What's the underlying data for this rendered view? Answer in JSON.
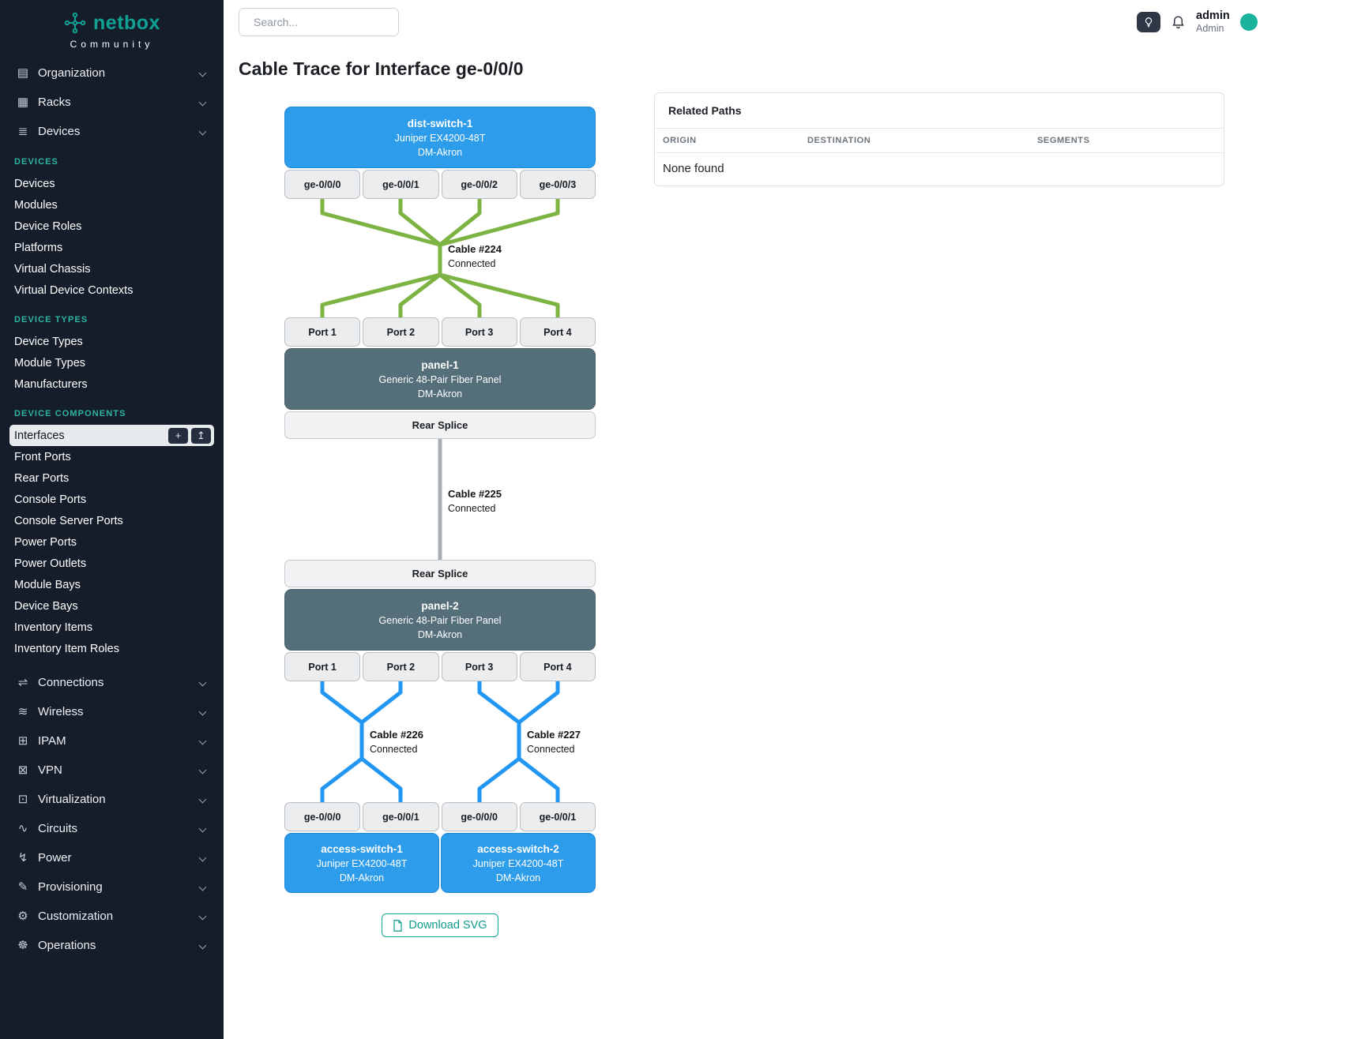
{
  "brand": {
    "name": "netbox",
    "tagline": "Community"
  },
  "topbar": {
    "search_placeholder": "Search...",
    "username": "admin",
    "role": "Admin"
  },
  "icons": {
    "organization": "▤",
    "racks": "▦",
    "devices": "≣",
    "connections": "⇌",
    "wireless": "≋",
    "ipam": "⊞",
    "vpn": "⊠",
    "virtualization": "⊡",
    "circuits": "∿",
    "power": "↯",
    "provisioning": "✎",
    "customization": "⚙",
    "operations": "☸",
    "add": "+",
    "import": "↥"
  },
  "sidebar": {
    "top_items": [
      "Organization",
      "Racks",
      "Devices"
    ],
    "devices_header": "DEVICES",
    "devices_items": [
      "Devices",
      "Modules",
      "Device Roles",
      "Platforms",
      "Virtual Chassis",
      "Virtual Device Contexts"
    ],
    "device_types_header": "DEVICE TYPES",
    "device_types_items": [
      "Device Types",
      "Module Types",
      "Manufacturers"
    ],
    "device_components_header": "DEVICE COMPONENTS",
    "device_components_items": [
      "Interfaces",
      "Front Ports",
      "Rear Ports",
      "Console Ports",
      "Console Server Ports",
      "Power Ports",
      "Power Outlets",
      "Module Bays",
      "Device Bays",
      "Inventory Items",
      "Inventory Item Roles"
    ],
    "bottom_items": [
      "Connections",
      "Wireless",
      "IPAM",
      "VPN",
      "Virtualization",
      "Circuits",
      "Power",
      "Provisioning",
      "Customization",
      "Operations"
    ],
    "active_item": "Interfaces"
  },
  "page": {
    "title": "Cable Trace for Interface ge-0/0/0"
  },
  "related_paths": {
    "title": "Related Paths",
    "col_origin": "ORIGIN",
    "col_destination": "DESTINATION",
    "col_segments": "SEGMENTS",
    "empty": "None found"
  },
  "trace": {
    "top_device": {
      "name": "dist-switch-1",
      "model": "Juniper EX4200-48T",
      "site": "DM-Akron"
    },
    "top_interfaces": [
      "ge-0/0/0",
      "ge-0/0/1",
      "ge-0/0/2",
      "ge-0/0/3"
    ],
    "cable1": {
      "label": "Cable #224",
      "status": "Connected"
    },
    "panel1_ports": [
      "Port 1",
      "Port 2",
      "Port 3",
      "Port 4"
    ],
    "panel1": {
      "name": "panel-1",
      "model": "Generic 48-Pair Fiber Panel",
      "site": "DM-Akron"
    },
    "rear_splice": "Rear Splice",
    "cable2": {
      "label": "Cable #225",
      "status": "Connected"
    },
    "panel2": {
      "name": "panel-2",
      "model": "Generic 48-Pair Fiber Panel",
      "site": "DM-Akron"
    },
    "panel2_ports": [
      "Port 1",
      "Port 2",
      "Port 3",
      "Port 4"
    ],
    "cable3": {
      "label": "Cable #226",
      "status": "Connected"
    },
    "cable4": {
      "label": "Cable #227",
      "status": "Connected"
    },
    "bottom_interfaces": [
      "ge-0/0/0",
      "ge-0/0/1",
      "ge-0/0/0",
      "ge-0/0/1"
    ],
    "bottom_device_1": {
      "name": "access-switch-1",
      "model": "Juniper EX4200-48T",
      "site": "DM-Akron"
    },
    "bottom_device_2": {
      "name": "access-switch-2",
      "model": "Juniper EX4200-48T",
      "site": "DM-Akron"
    }
  },
  "actions": {
    "download_svg": "Download SVG"
  },
  "colors": {
    "accent_teal": "#0fa292",
    "sidebar_bg": "#161d2a",
    "device_blue": "#2d9ceb",
    "panel_slate": "#546e7a",
    "cable_green": "#7cb342",
    "cable_blue": "#2196f3",
    "cable_gray": "#a9adb1"
  }
}
